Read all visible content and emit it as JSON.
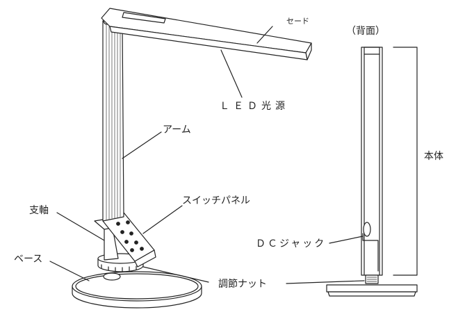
{
  "labels": {
    "shade": "セード",
    "led_light_source": "ＬＥＤ光源",
    "arm": "アーム",
    "switch_panel": "スイッチパネル",
    "support_shaft": "支軸",
    "base": "ベース",
    "adjusting_nut": "調節ナット",
    "back_view": "（背面）",
    "main_body": "本体",
    "dc_jack": "ＤＣジャック"
  },
  "colors": {
    "line": "#222222",
    "fill": "#ffffff",
    "grill": "#555555"
  }
}
